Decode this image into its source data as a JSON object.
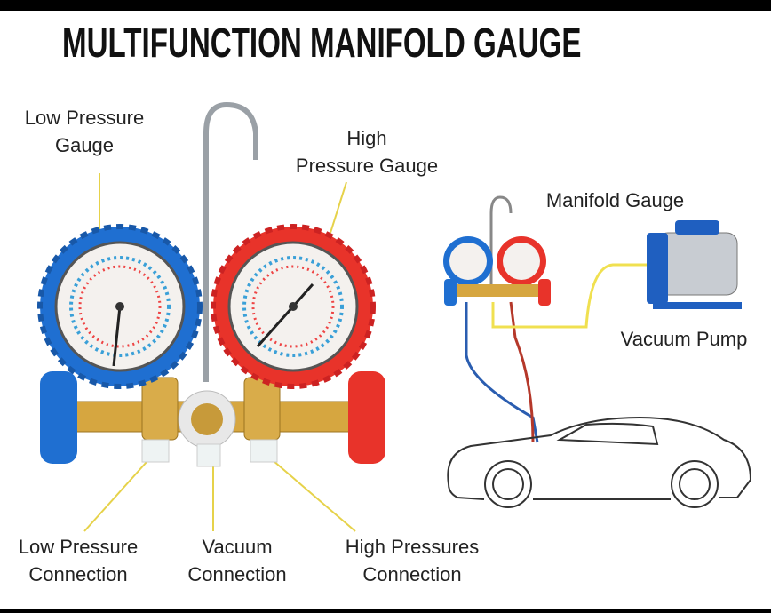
{
  "title": "MULTIFUNCTION MANIFOLD GAUGE",
  "labels": {
    "low_pressure_gauge": [
      "Low Pressure",
      "Gauge"
    ],
    "high_pressure_gauge": [
      "High",
      "Pressure Gauge"
    ],
    "manifold_gauge": "Manifold Gauge",
    "vacuum_pump": "Vacuum Pump",
    "low_pressure_connection": [
      "Low Pressure",
      "Connection"
    ],
    "vacuum_connection": [
      "Vacuum",
      "Connection"
    ],
    "high_pressures_connection": [
      "High Pressures",
      "Connection"
    ]
  },
  "colors": {
    "low": "#1f6fd1",
    "high": "#e8332a",
    "brass": "#d6a640",
    "leader": "#e6d24a"
  }
}
